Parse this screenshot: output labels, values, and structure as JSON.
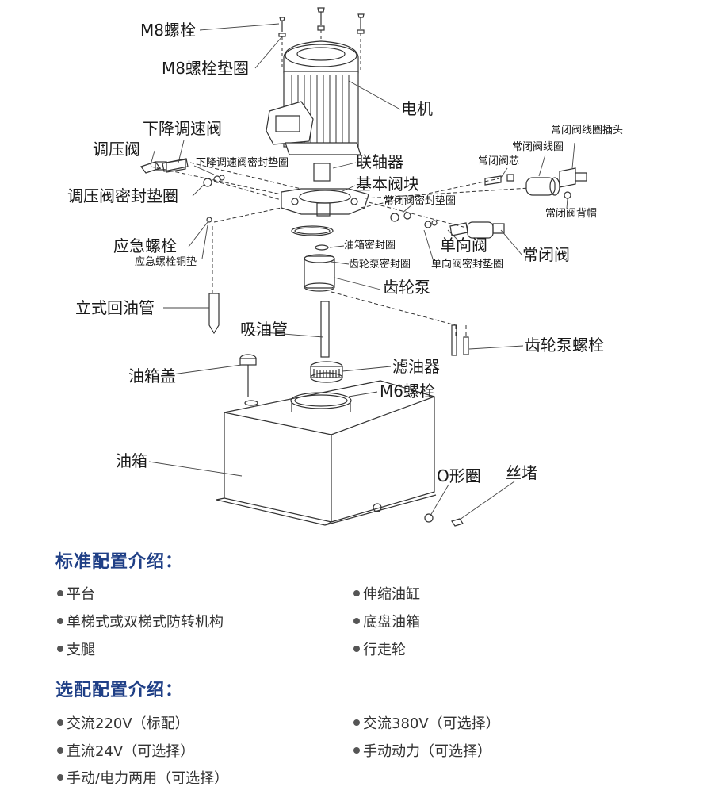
{
  "labels": {
    "m8_bolt": "M8螺栓",
    "m8_washer": "M8螺栓垫圈",
    "motor": "电机",
    "lower_speed_valve": "下降调速阀",
    "pressure_valve": "调压阀",
    "lower_speed_seal": "下降调速阀密封垫圈",
    "coupling": "联轴器",
    "base_block": "基本阀块",
    "pressure_seal": "调压阀密封垫圈",
    "nc_coil_plug": "常闭阀线圈插头",
    "nc_coil": "常闭阀线圈",
    "nc_core": "常闭阀芯",
    "nc_seal": "常闭阀密封垫圈",
    "nc_cap": "常闭阀背帽",
    "emergency_bolt": "应急螺栓",
    "emergency_washer": "应急螺栓铜垫",
    "tank_seal": "油箱密封圈",
    "check_valve": "单向阀",
    "nc_valve": "常闭阀",
    "gear_pump_seal": "齿轮泵密封圈",
    "check_valve_seal": "单向阀密封垫圈",
    "gear_pump": "齿轮泵",
    "return_pipe": "立式回油管",
    "suction_pipe": "吸油管",
    "gear_pump_bolt": "齿轮泵螺栓",
    "tank_cap": "油箱盖",
    "filter": "滤油器",
    "m6_bolt": "M6螺栓",
    "tank": "油箱",
    "o_ring": "O形圈",
    "plug": "丝堵"
  },
  "standard": {
    "title": "标准配置介绍：",
    "items": [
      "平台",
      "伸缩油缸",
      "单梯式或双梯式防转机构",
      "底盘油箱",
      "支腿",
      "行走轮"
    ]
  },
  "optional": {
    "title": "选配配置介绍：",
    "items": [
      "交流220V（标配）",
      "交流380V（可选择）",
      "直流24V（可选择）",
      "手动动力（可选择）",
      "手动/电力两用（可选择）"
    ]
  },
  "colors": {
    "accent": "#1f3f86",
    "line": "#333333"
  }
}
